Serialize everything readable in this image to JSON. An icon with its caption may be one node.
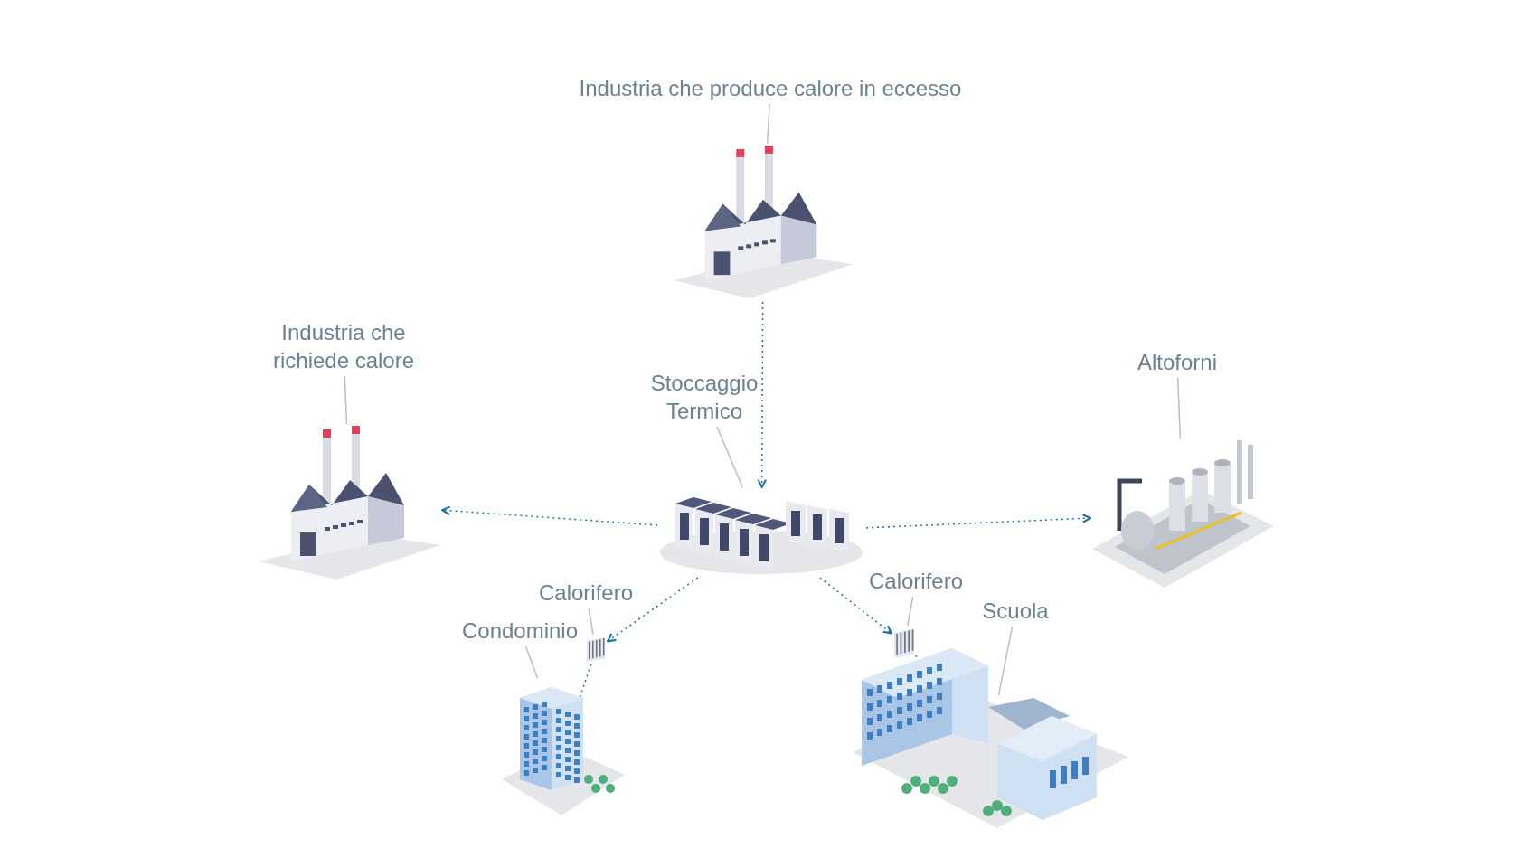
{
  "diagram": {
    "nodes": [
      {
        "text": [
          "Industria che produce calore in eccesso"
        ]
      },
      {
        "text": [],
        "shape": "picture"
      },
      {
        "text": [
          "Stoccaggio Termico"
        ]
      },
      {
        "text": [],
        "shape": "picture"
      },
      {
        "text": [
          "Industria che richiede calore"
        ]
      },
      {
        "text": [],
        "shape": "picture"
      },
      {
        "text": [
          "Altoforni"
        ]
      },
      {
        "text": [],
        "shape": "picture"
      },
      {
        "text": [
          "Calorifero"
        ]
      },
      {
        "text": [],
        "shape": "picture"
      },
      {
        "text": [
          "Condominio"
        ]
      },
      {
        "text": [],
        "shape": "picture"
      },
      {
        "text": [
          "Calorifero"
        ]
      },
      {
        "text": [],
        "shape": "picture"
      },
      {
        "text": [
          "Scuola"
        ]
      },
      {
        "text": [],
        "shape": "picture"
      }
    ],
    "edges": [
      {
        "from": 0,
        "to": 1,
        "arrow": "none"
      },
      {
        "from": 2,
        "to": 3,
        "arrow": "none"
      },
      {
        "from": 4,
        "to": 5,
        "arrow": "none"
      },
      {
        "from": 6,
        "to": 7,
        "arrow": "none"
      },
      {
        "from": 8,
        "to": 9,
        "arrow": "none"
      },
      {
        "from": 10,
        "to": 11,
        "arrow": "none"
      },
      {
        "from": 12,
        "to": 13,
        "arrow": "none"
      },
      {
        "from": 14,
        "to": 15,
        "arrow": "none"
      },
      {
        "from": 1,
        "to": 3,
        "arrow": "to",
        "style": "dashed",
        "color": "#1f6fa6"
      },
      {
        "from": 3,
        "to": 5,
        "arrow": "to",
        "style": "dashed",
        "color": "#1f6fa6"
      },
      {
        "from": 3,
        "to": 7,
        "arrow": "to",
        "style": "dashed",
        "color": "#1f6fa6"
      },
      {
        "from": 3,
        "to": 9,
        "arrow": "to",
        "style": "dashed",
        "color": "#1f6fa6"
      },
      {
        "from": 3,
        "to": 13,
        "arrow": "to",
        "style": "dashed",
        "color": "#1f6fa6"
      },
      {
        "from": 9,
        "to": 11,
        "arrow": "none",
        "style": "dashed",
        "color": "#1f6fa6"
      },
      {
        "from": 13,
        "to": 15,
        "arrow": "none",
        "style": "dashed",
        "color": "#1f6fa6"
      }
    ]
  }
}
